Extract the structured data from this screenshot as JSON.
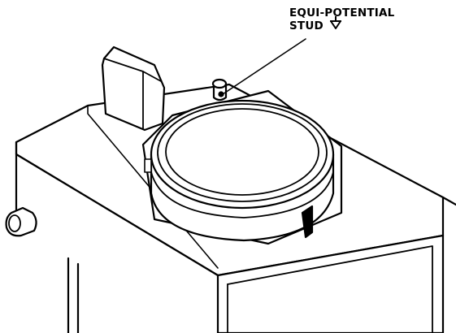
{
  "callout": {
    "line1": "EQUI-POTENTIAL",
    "line2": "STUD"
  },
  "icons": {
    "ground": "equipotential-ground-symbol"
  },
  "colors": {
    "ink": "#000000",
    "paper": "#ffffff"
  }
}
